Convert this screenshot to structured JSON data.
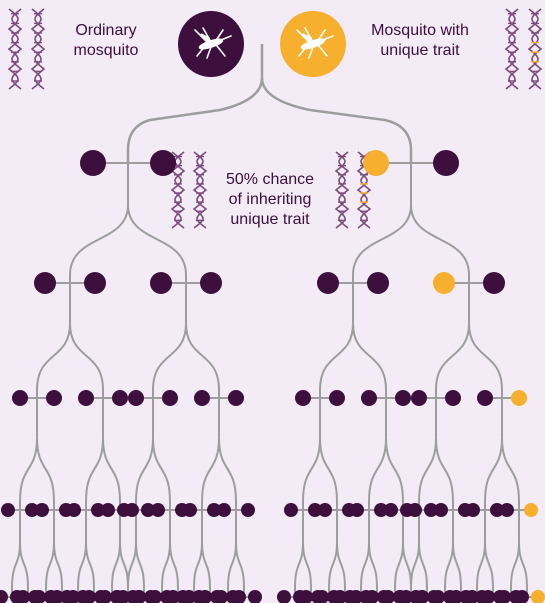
{
  "colors": {
    "background": "#f3ecf7",
    "ordinary": "#3c0f3c",
    "trait": "#f6b02d",
    "line": "#9d9d9d",
    "dna": "#7b4c7c"
  },
  "legend": {
    "ordinary_line1": "Ordinary",
    "ordinary_line2": "mosquito",
    "trait_line1": "Mosquito with",
    "trait_line2": "unique trait",
    "ordinary_icon": "mosquito-icon",
    "trait_icon": "mosquito-icon",
    "dna_icon": "dna-icon"
  },
  "annotation": {
    "line1": "50% chance",
    "line2": "of inheriting",
    "line3": "unique trait"
  },
  "tree": {
    "generations": 5,
    "trait_lineage": "one offspring per generation inherits the unique trait"
  }
}
